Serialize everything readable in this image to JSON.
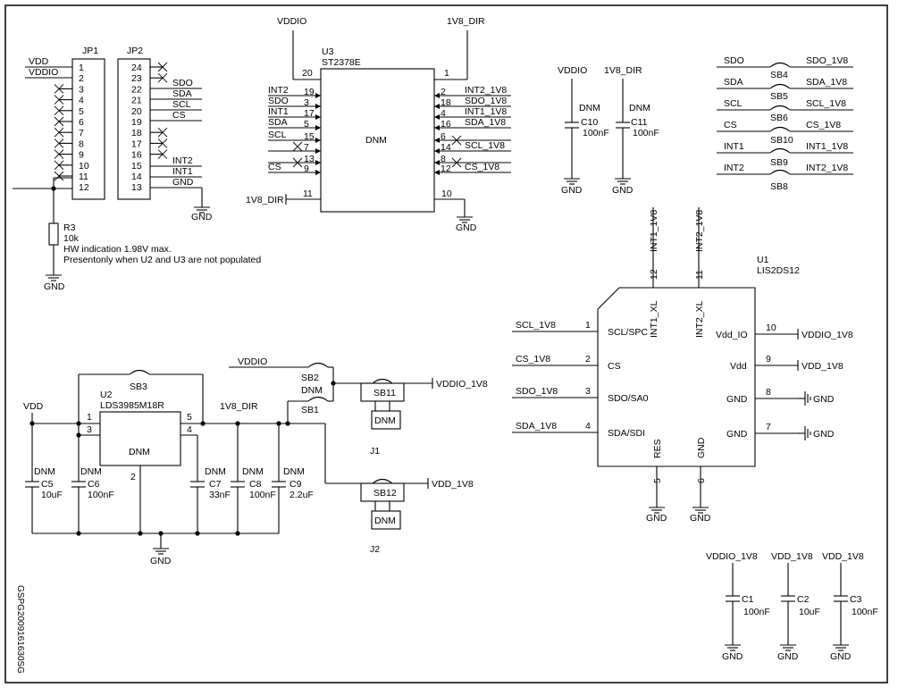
{
  "footer": {
    "code": "GSPG2009161630SG"
  },
  "jp1": {
    "name": "JP1",
    "pins": [
      "1",
      "2",
      "3",
      "4",
      "5",
      "6",
      "7",
      "8",
      "9",
      "10",
      "11",
      "12"
    ],
    "nets": [
      "VDD",
      "VDDIO"
    ]
  },
  "jp2": {
    "name": "JP2",
    "pins": [
      "24",
      "23",
      "22",
      "21",
      "20",
      "19",
      "18",
      "17",
      "16",
      "15",
      "14",
      "13"
    ],
    "nets": [
      "SDO",
      "SDA",
      "SCL",
      "CS",
      "INT2",
      "INT1",
      "GND"
    ],
    "gnd": "GND"
  },
  "r3": {
    "ref": "R3",
    "value": "10k",
    "note1": "HW indication 1.98V max.",
    "note2": "Presentonly when U2 and U3 are not populated",
    "gnd": "GND"
  },
  "u3": {
    "ref": "U3",
    "part": "ST2378E",
    "body": "DNM",
    "top_nets": [
      "VDDIO",
      "1V8_DIR"
    ],
    "top_pins": [
      "20",
      "1"
    ],
    "left": [
      {
        "net": "INT2",
        "pin": "19"
      },
      {
        "net": "SDO",
        "pin": "3"
      },
      {
        "net": "INT1",
        "pin": "17"
      },
      {
        "net": "SDA",
        "pin": "5"
      },
      {
        "net": "SCL",
        "pin": "15"
      },
      {
        "net": "",
        "pin": "7"
      },
      {
        "net": "",
        "pin": "13"
      },
      {
        "net": "CS",
        "pin": "9"
      }
    ],
    "right": [
      {
        "net": "INT2_1V8",
        "pin": "2"
      },
      {
        "net": "SDO_1V8",
        "pin": "18"
      },
      {
        "net": "INT1_1V8",
        "pin": "4"
      },
      {
        "net": "SDA_1V8",
        "pin": "16"
      },
      {
        "net": "",
        "pin": "6"
      },
      {
        "net": "SCL_1V8",
        "pin": "14"
      },
      {
        "net": "",
        "pin": "8"
      },
      {
        "net": "CS_1V8",
        "pin": "12"
      }
    ],
    "dir_net": "1V8_DIR",
    "dir_pin": "11",
    "gnd_pin": "10",
    "gnd": "GND"
  },
  "c10": {
    "net": "VDDIO",
    "dnm": "DNM",
    "ref": "C10",
    "value": "100nF",
    "gnd": "GND"
  },
  "c11": {
    "net": "1V8_DIR",
    "dnm": "DNM",
    "ref": "C11",
    "value": "100nF",
    "gnd": "GND"
  },
  "bridges": [
    {
      "left": "SDO",
      "ref": "SB4",
      "right": "SDO_1V8"
    },
    {
      "left": "SDA",
      "ref": "SB5",
      "right": "SDA_1V8"
    },
    {
      "left": "SCL",
      "ref": "SB6",
      "right": "SCL_1V8"
    },
    {
      "left": "CS",
      "ref": "SB10",
      "right": "CS_1V8"
    },
    {
      "left": "INT1",
      "ref": "SB9",
      "right": "INT1_1V8"
    },
    {
      "left": "INT2",
      "ref": "SB8",
      "right": "INT2_1V8"
    }
  ],
  "u1": {
    "ref": "U1",
    "part": "LIS2DS12",
    "top": [
      {
        "net": "INT1_1V8",
        "pin": "12",
        "label": "INT1_XL"
      },
      {
        "net": "INT2_1V8",
        "pin": "11",
        "label": "INT2_XL"
      }
    ],
    "left": [
      {
        "net": "SCL_1V8",
        "pin": "1",
        "label": "SCL/SPC"
      },
      {
        "net": "CS_1V8",
        "pin": "2",
        "label": "CS"
      },
      {
        "net": "SDO_1V8",
        "pin": "3",
        "label": "SDO/SA0"
      },
      {
        "net": "SDA_1V8",
        "pin": "4",
        "label": "SDA/SDI"
      }
    ],
    "right": [
      {
        "net": "VDDIO_1V8",
        "pin": "10",
        "label": "Vdd_IO"
      },
      {
        "net": "VDD_1V8",
        "pin": "9",
        "label": "Vdd"
      },
      {
        "net": "GND",
        "pin": "8",
        "label": "GND"
      },
      {
        "net": "GND",
        "pin": "7",
        "label": "GND"
      }
    ],
    "bottom": [
      {
        "net": "GND",
        "pin": "5",
        "label": "RES"
      },
      {
        "net": "GND",
        "pin": "6",
        "label": "GND"
      }
    ]
  },
  "u2": {
    "ref": "U2",
    "part": "LDS3985M18R",
    "body": "DNM",
    "pins": [
      "1",
      "3",
      "4",
      "2",
      "5"
    ],
    "vdd": "VDD",
    "out_net": "1V8_DIR",
    "gnd": "GND",
    "sb3": "SB3",
    "caps": [
      {
        "dnm": "DNM",
        "ref": "C5",
        "value": "10uF"
      },
      {
        "dnm": "DNM",
        "ref": "C6",
        "value": "100nF"
      },
      {
        "dnm": "DNM",
        "ref": "C7",
        "value": "33nF"
      },
      {
        "dnm": "DNM",
        "ref": "C8",
        "value": "100nF"
      },
      {
        "dnm": "DNM",
        "ref": "C9",
        "value": "2.2uF"
      }
    ]
  },
  "jumpers": {
    "vddio": "VDDIO",
    "sb2": "SB2",
    "dnm": "DNM",
    "sb1": "SB1",
    "sb11": "SB11",
    "sb12": "SB12",
    "vddio_1v8": "VDDIO_1V8",
    "vdd_1v8": "VDD_1V8",
    "j1": "J1",
    "j2": "J2",
    "j_body": "DNM"
  },
  "decoupling": [
    {
      "net": "VDDIO_1V8",
      "ref": "C1",
      "value": "100nF",
      "gnd": "GND"
    },
    {
      "net": "VDD_1V8",
      "ref": "C2",
      "value": "10uF",
      "gnd": "GND"
    },
    {
      "net": "VDD_1V8",
      "ref": "C3",
      "value": "100nF",
      "gnd": "GND"
    }
  ]
}
